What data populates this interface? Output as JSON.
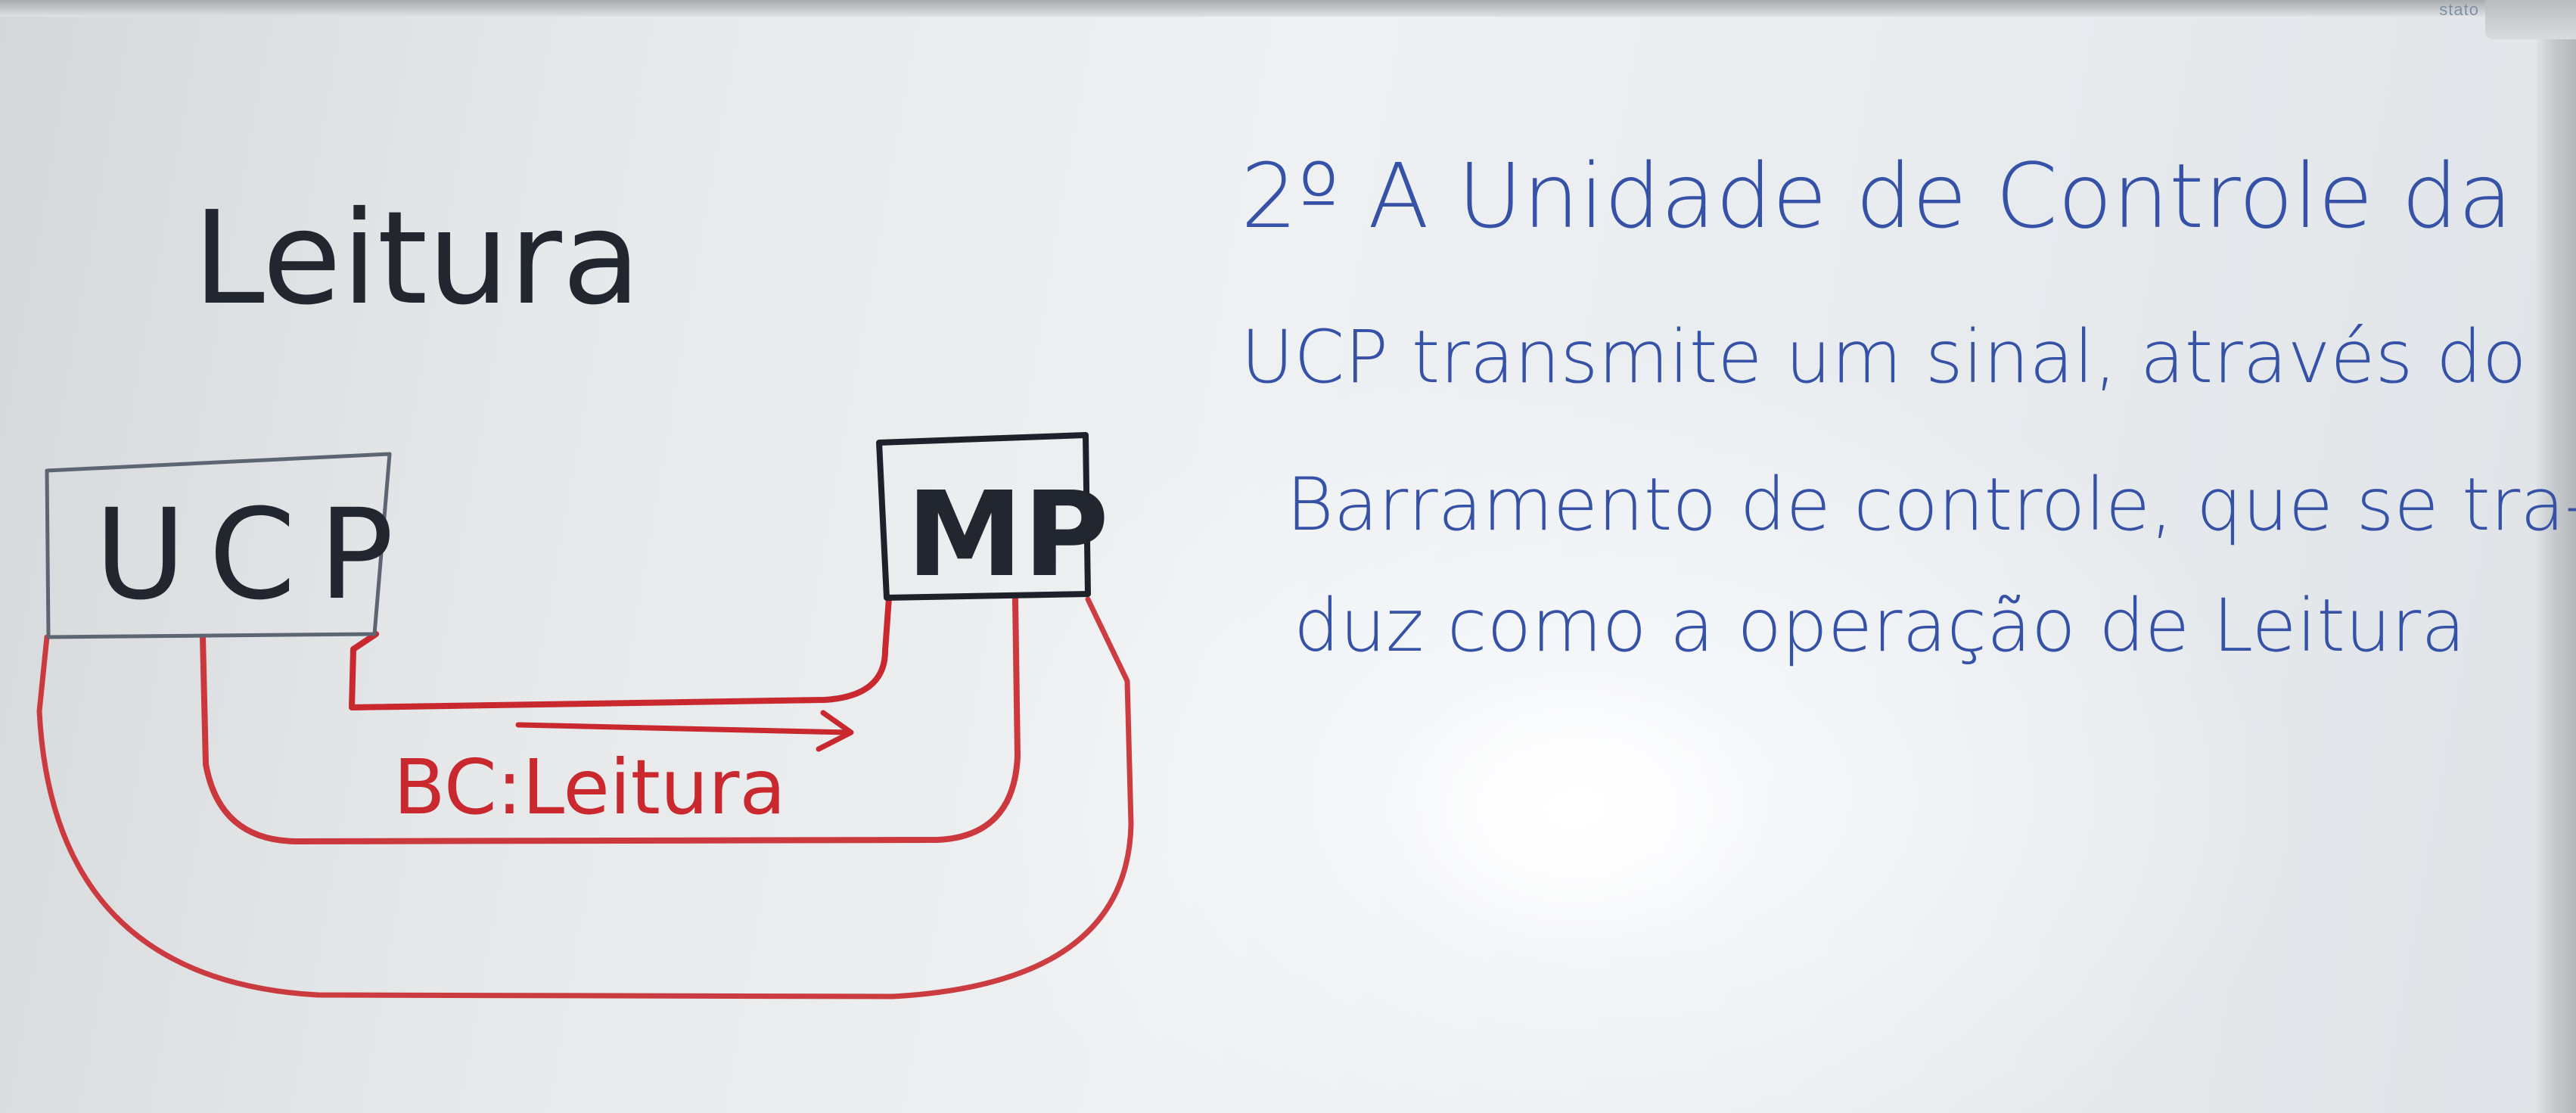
{
  "board": {
    "brand": "stato",
    "title": "Leitura"
  },
  "diagram": {
    "box_left": "UCP",
    "box_right": "MP",
    "bus_label": "BC:Leitura",
    "colors": {
      "black_ink": "#22262f",
      "blue_ink": "#3552a6",
      "red_ink": "#c8282e"
    }
  },
  "note": {
    "lines": [
      "2º A Unidade de Controle da",
      "UCP transmite um sinal, através do",
      "Barramento de controle, que se tra-",
      "duz como a operação de Leitura"
    ]
  }
}
